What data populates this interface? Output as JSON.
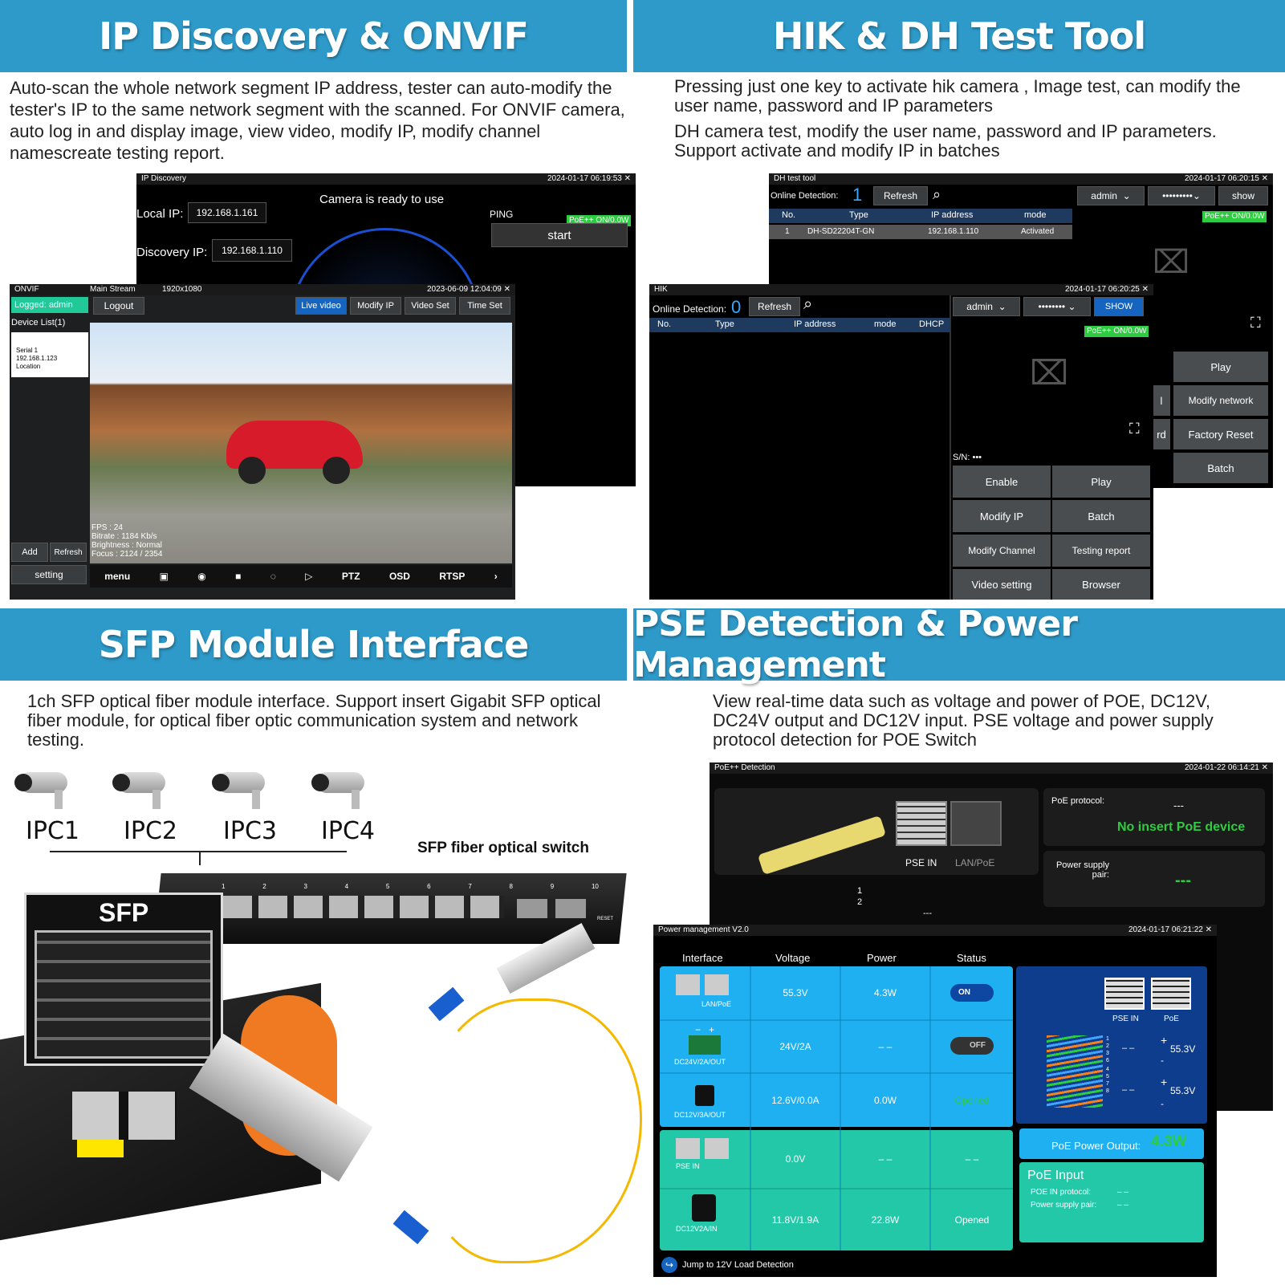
{
  "sections": {
    "ip": {
      "title": "IP Discovery & ONVIF",
      "desc": [
        "Auto-scan the whole network segment IP address, tester can auto-modify the",
        "tester's IP to the same network segment with the scanned. For ONVIF camera,",
        "auto log in and display image,  view video, modify IP, modify channel",
        "namescreate testing report."
      ]
    },
    "hik": {
      "title": "HIK & DH Test Tool",
      "desc": [
        "Pressing just one key to activate hik camera , Image test, can modify the",
        "user name, password and IP parameters",
        "DH camera test, modify the user name, password and IP parameters.",
        "Support activate and modify IP in batches"
      ]
    },
    "sfp": {
      "title": "SFP Module Interface",
      "desc": [
        "1ch SFP optical fiber module interface. Support insert Gigabit SFP optical",
        "fiber module, for optical fiber optic communication system and network",
        "testing."
      ]
    },
    "pse": {
      "title": "PSE Detection & Power Management",
      "desc": [
        "View real-time data such as voltage and power of POE, DC12V,",
        "DC24V output and DC12V input. PSE voltage and power supply",
        "protocol detection for POE Switch"
      ]
    }
  },
  "ipdisc": {
    "title": "IP Discovery",
    "time": "2024-01-17 06:19:53",
    "ready": "Camera is ready to use",
    "local_label": "Local IP:",
    "local_ip": "192.168.1.161",
    "disc_label": "Discovery IP:",
    "disc_ip": "192.168.1.110",
    "ping": "PING",
    "poe": "PoE++ ON/0.0W",
    "start": "start"
  },
  "onvif": {
    "title": "ONVIF",
    "stream": "Main Stream",
    "res": "1920x1080",
    "time": "2023-06-09 12:04:09",
    "logged": "Logged:  admin",
    "logout": "Logout",
    "tabs": [
      "Live video",
      "Modify IP",
      "Video Set",
      "Time Set"
    ],
    "device_list": "Device List(1)",
    "device": [
      "Serial 1",
      "192.168.1.123",
      "Location"
    ],
    "add": "Add",
    "refresh": "Refresh",
    "setting": "setting",
    "osd": [
      "FPS : 24",
      "Bitrate : 1184 Kb/s",
      "Brightness : Normal",
      "Focus : 2124 / 2354"
    ],
    "toolbar": [
      "menu",
      "PTZ",
      "OSD",
      "RTSP"
    ]
  },
  "dh": {
    "title": "DH test tool",
    "time": "2024-01-17 06:20:15",
    "online": "Online Detection:",
    "count": "1",
    "refresh": "Refresh",
    "user": "admin",
    "pass": "•••••••••",
    "show": "show",
    "cols": [
      "No.",
      "Type",
      "IP address",
      "mode"
    ],
    "row": [
      "1",
      "DH-SD22204T-GN",
      "192.168.1.110",
      "Activated"
    ],
    "poe": "PoE++ ON/0.0W",
    "btns": [
      "Play",
      "Modify network",
      "Factory Reset",
      "Batch"
    ],
    "partial": [
      "l",
      "rd"
    ]
  },
  "hik": {
    "title": "HIK",
    "time": "2024-01-17 06:20:25",
    "online": "Online Detection:",
    "count": "0",
    "refresh": "Refresh",
    "user": "admin",
    "pass": "••••••••",
    "show": "SHOW",
    "cols": [
      "No.",
      "Type",
      "IP address",
      "mode",
      "DHCP"
    ],
    "poe": "PoE++ ON/0.0W",
    "sn": "S/N:",
    "sn_val": "•••",
    "btns": [
      "Enable",
      "Play",
      "Modify IP",
      "Batch",
      "Modify Channel",
      "Testing report",
      "Video setting",
      "Browser"
    ]
  },
  "sfpimg": {
    "cams": [
      "IPC1",
      "IPC2",
      "IPC3",
      "IPC4"
    ],
    "switch_label": "SFP fiber optical switch",
    "sfp": "SFP",
    "ports": [
      "1",
      "2",
      "3",
      "4",
      "5",
      "6",
      "7",
      "8",
      "9",
      "10"
    ],
    "reset": "RESET"
  },
  "poedet": {
    "title": "PoE++ Detection",
    "time": "2024-01-22 06:14:21",
    "pse_in": "PSE IN",
    "lan_poe": "LAN/PoE",
    "protocol_label": "PoE protocol:",
    "protocol_val": "---",
    "no_insert": "No insert PoE device",
    "pair_label": "Power supply pair:",
    "pair_val": "---",
    "pins": [
      "1",
      "2"
    ],
    "dash": "---"
  },
  "pm": {
    "title": "Power management V2.0",
    "time": "2024-01-17 06:21:22",
    "cols": [
      "Interface",
      "Voltage",
      "Power",
      "Status"
    ],
    "rows": [
      {
        "name": "LAN/PoE",
        "voltage": "55.3V",
        "power": "4.3W",
        "status": "ON"
      },
      {
        "name": "DC24V/2A/OUT",
        "voltage": "24V/2A",
        "power": "– –",
        "status": "OFF"
      },
      {
        "name": "DC12V/3A/OUT",
        "voltage": "12.6V/0.0A",
        "power": "0.0W",
        "status": "Opened"
      },
      {
        "name": "PSE IN",
        "voltage": "0.0V",
        "power": "– –",
        "status": "– –"
      },
      {
        "name": "DC12V2A/IN",
        "voltage": "11.8V/1.9A",
        "power": "22.8W",
        "status": "Opened"
      }
    ],
    "pse_in": "PSE IN",
    "poe": "PoE",
    "v1": "55.3V",
    "v2": "55.3V",
    "dashes": "– –",
    "pins": [
      "1",
      "2",
      "3",
      "6",
      "4",
      "5",
      "7",
      "8"
    ],
    "plus": "+",
    "minus": "-",
    "out_label": "PoE Power Output:",
    "out_val": "4.3W",
    "in_title": "PoE Input",
    "in_proto": "POE IN protocol:",
    "in_pair": "Power supply pair:",
    "in_val": "– –",
    "jump": "Jump to 12V Load Detection",
    "pm_labels": [
      "−",
      "+"
    ]
  }
}
